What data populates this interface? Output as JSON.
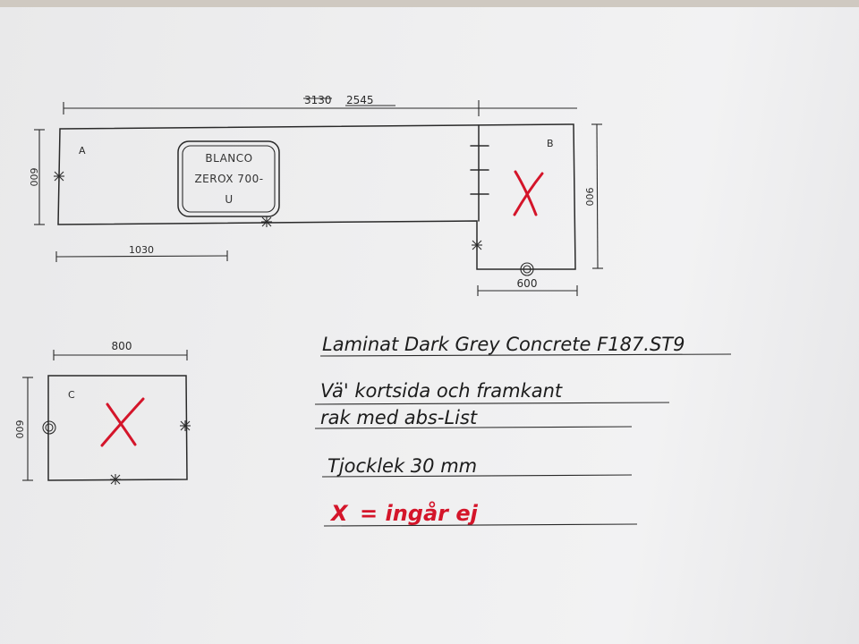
{
  "drawing": {
    "top_dim_struck": "3130",
    "top_dim": "2545",
    "piece_a": {
      "label": "A",
      "height": "600",
      "width_to_sink": "1030"
    },
    "piece_b": {
      "label": "B",
      "height": "900",
      "width": "600"
    },
    "piece_c": {
      "label": "C",
      "height": "600",
      "width": "800"
    },
    "sink": {
      "line1": "BLANCO",
      "line2": "ZEROX 700-",
      "line3": "U"
    }
  },
  "notes": {
    "line1": "Laminat Dark Grey Concrete F187.ST9",
    "line2": "Vä' kortsida och framkant",
    "line3": "rak med abs-List",
    "line4": "Tjocklek 30 mm",
    "legend_x": "X",
    "legend_text": "= ingår ej"
  },
  "colors": {
    "ink": "#2a2a2a",
    "red_marker": "#d4152a"
  }
}
